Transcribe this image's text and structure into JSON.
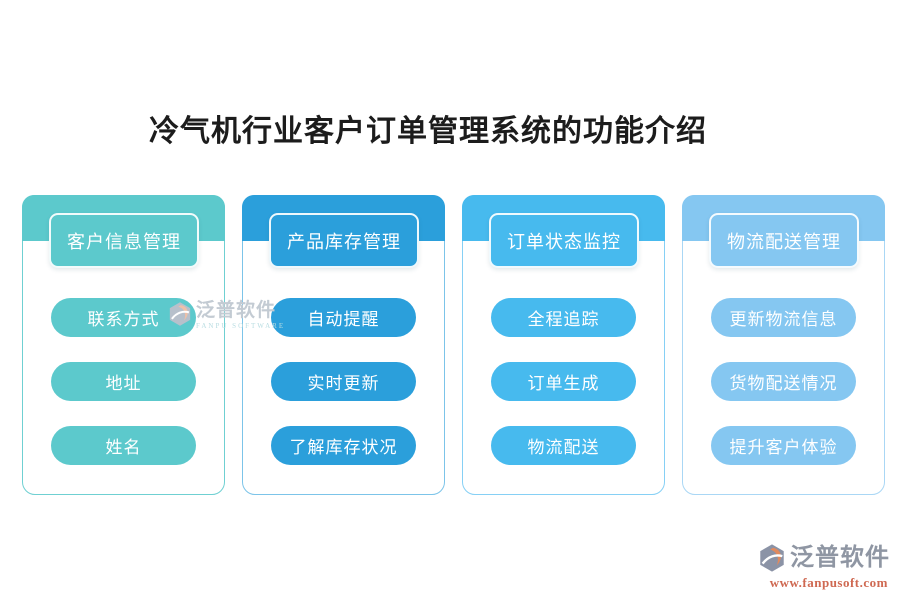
{
  "title": "冷气机行业客户订单管理系统的功能介绍",
  "cards": [
    {
      "title": "客户信息管理",
      "accent": "#5cc9cc",
      "border": "#6fd0d2",
      "items": [
        "联系方式",
        "地址",
        "姓名"
      ]
    },
    {
      "title": "产品库存管理",
      "accent": "#2b9fdb",
      "border": "#7cc4e9",
      "items": [
        "自动提醒",
        "实时更新",
        "了解库存状况"
      ]
    },
    {
      "title": "订单状态监控",
      "accent": "#47baee",
      "border": "#86d0f5",
      "items": [
        "全程追踪",
        "订单生成",
        "物流配送"
      ]
    },
    {
      "title": "物流配送管理",
      "accent": "#85c7f1",
      "border": "#aad7f5",
      "items": [
        "更新物流信息",
        "货物配送情况",
        "提升客户体验"
      ]
    }
  ],
  "watermark": {
    "brand": "泛普软件",
    "tagline": "FANPU SOFTWARE"
  },
  "footer": {
    "brand": "泛普软件",
    "url": "www.fanpusoft.com",
    "brand_color": "#8f96a3",
    "url_color": "#cf6952",
    "logo_gray": "#8b93a6",
    "logo_orange": "#e08a5f"
  }
}
